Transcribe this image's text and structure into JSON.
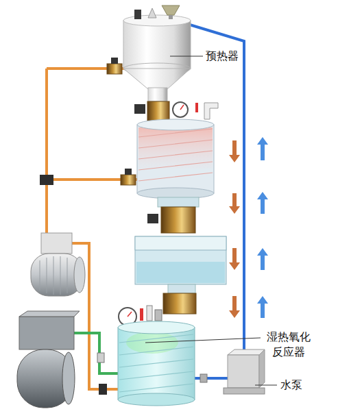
{
  "diagram": {
    "labels": [
      "预热器",
      "湿热氧化 反应器",
      "水泵"
    ]
  }
}
